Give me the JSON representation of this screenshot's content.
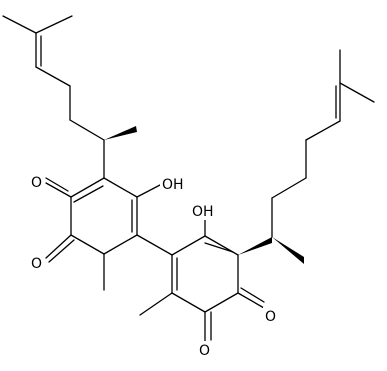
{
  "molecule": {
    "atom_labels": {
      "o_left_top": "O",
      "o_left_bottom": "O",
      "oh_left": "OH",
      "oh_right": "OH",
      "o_right_top": "O",
      "o_right_bottom": "O"
    }
  }
}
